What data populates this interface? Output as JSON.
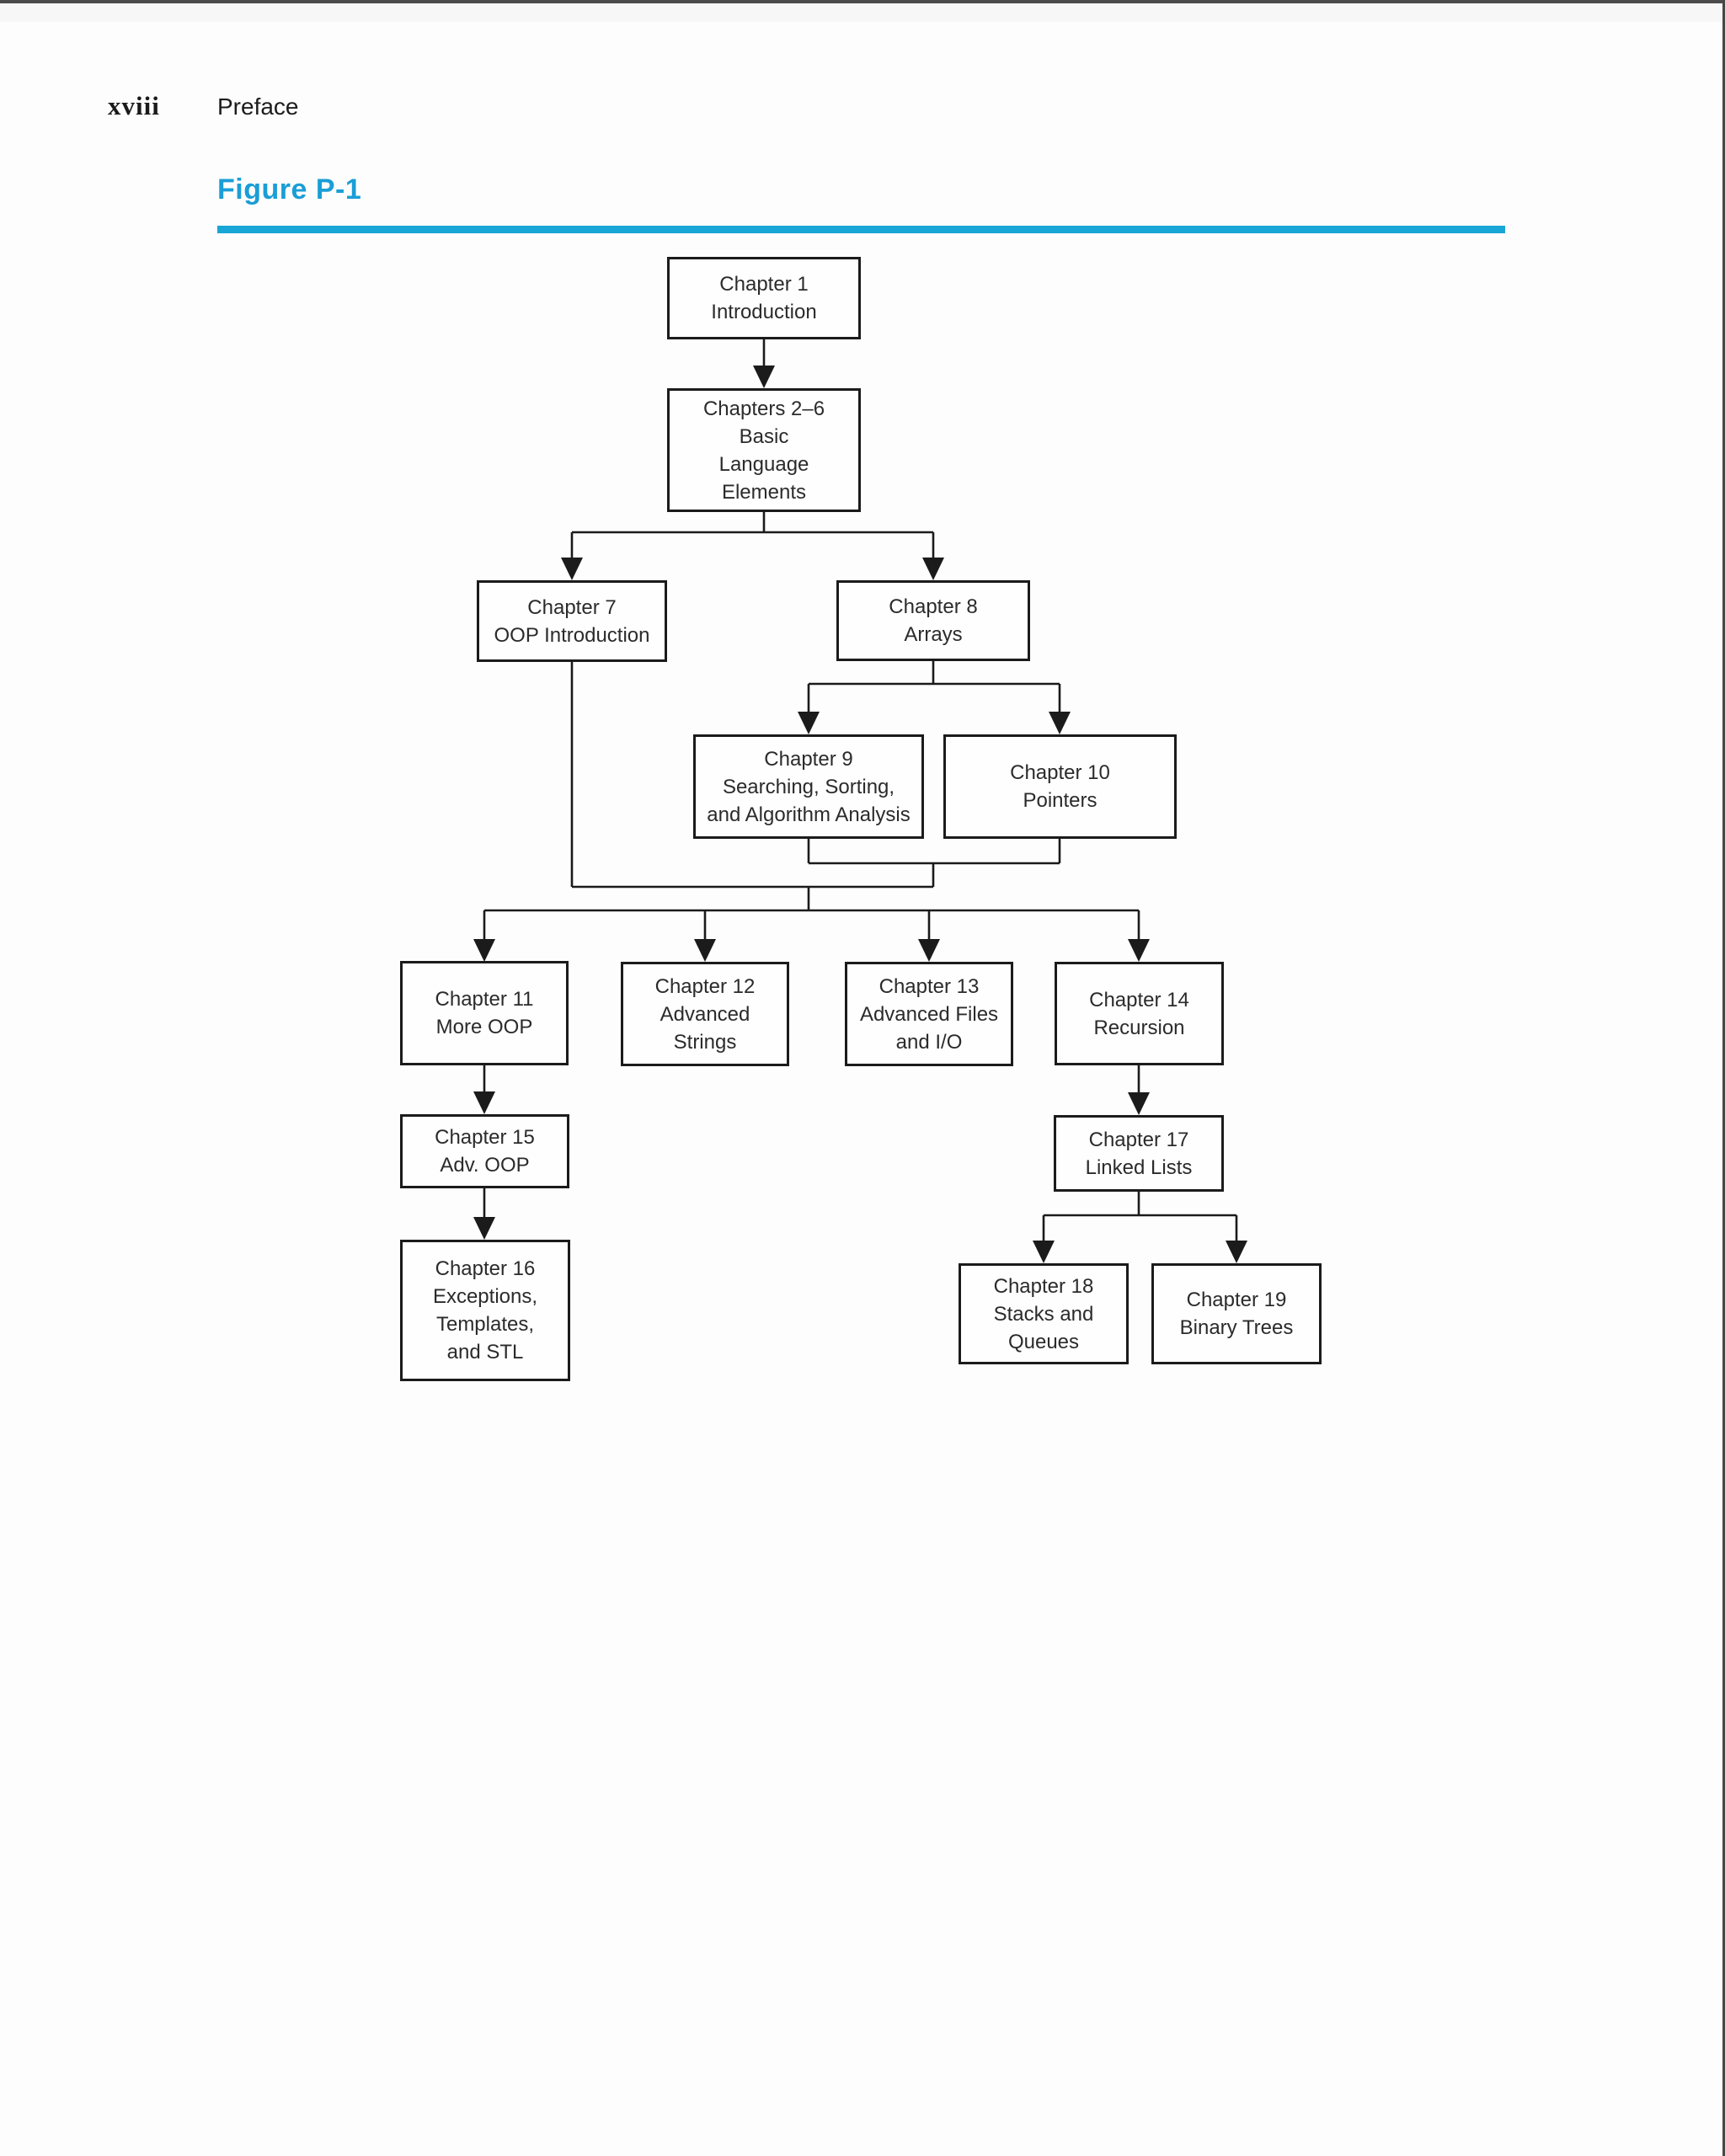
{
  "page": {
    "page_number": "xviii",
    "header_title": "Preface"
  },
  "figure": {
    "label": "Figure P-1",
    "accent_color": "#18a6d6",
    "line_color": "#1b1b1b",
    "boxes": [
      {
        "id": "ch1",
        "lines": [
          "Chapter 1",
          "Introduction"
        ]
      },
      {
        "id": "ch2_6",
        "lines": [
          "Chapters 2–6",
          "Basic",
          "Language",
          "Elements"
        ]
      },
      {
        "id": "ch7",
        "lines": [
          "Chapter 7",
          "OOP Introduction"
        ]
      },
      {
        "id": "ch8",
        "lines": [
          "Chapter 8",
          "Arrays"
        ]
      },
      {
        "id": "ch9",
        "lines": [
          "Chapter 9",
          "Searching, Sorting,",
          "and Algorithm Analysis"
        ]
      },
      {
        "id": "ch10",
        "lines": [
          "Chapter 10",
          "Pointers"
        ]
      },
      {
        "id": "ch11",
        "lines": [
          "Chapter 11",
          "More OOP"
        ]
      },
      {
        "id": "ch12",
        "lines": [
          "Chapter 12",
          "Advanced",
          "Strings"
        ]
      },
      {
        "id": "ch13",
        "lines": [
          "Chapter 13",
          "Advanced Files",
          "and I/O"
        ]
      },
      {
        "id": "ch14",
        "lines": [
          "Chapter 14",
          "Recursion"
        ]
      },
      {
        "id": "ch15",
        "lines": [
          "Chapter 15",
          "Adv. OOP"
        ]
      },
      {
        "id": "ch16",
        "lines": [
          "Chapter 16",
          "Exceptions,",
          "Templates,",
          "and STL"
        ]
      },
      {
        "id": "ch17",
        "lines": [
          "Chapter 17",
          "Linked Lists"
        ]
      },
      {
        "id": "ch18",
        "lines": [
          "Chapter 18",
          "Stacks and",
          "Queues"
        ]
      },
      {
        "id": "ch19",
        "lines": [
          "Chapter 19",
          "Binary Trees"
        ]
      }
    ]
  }
}
